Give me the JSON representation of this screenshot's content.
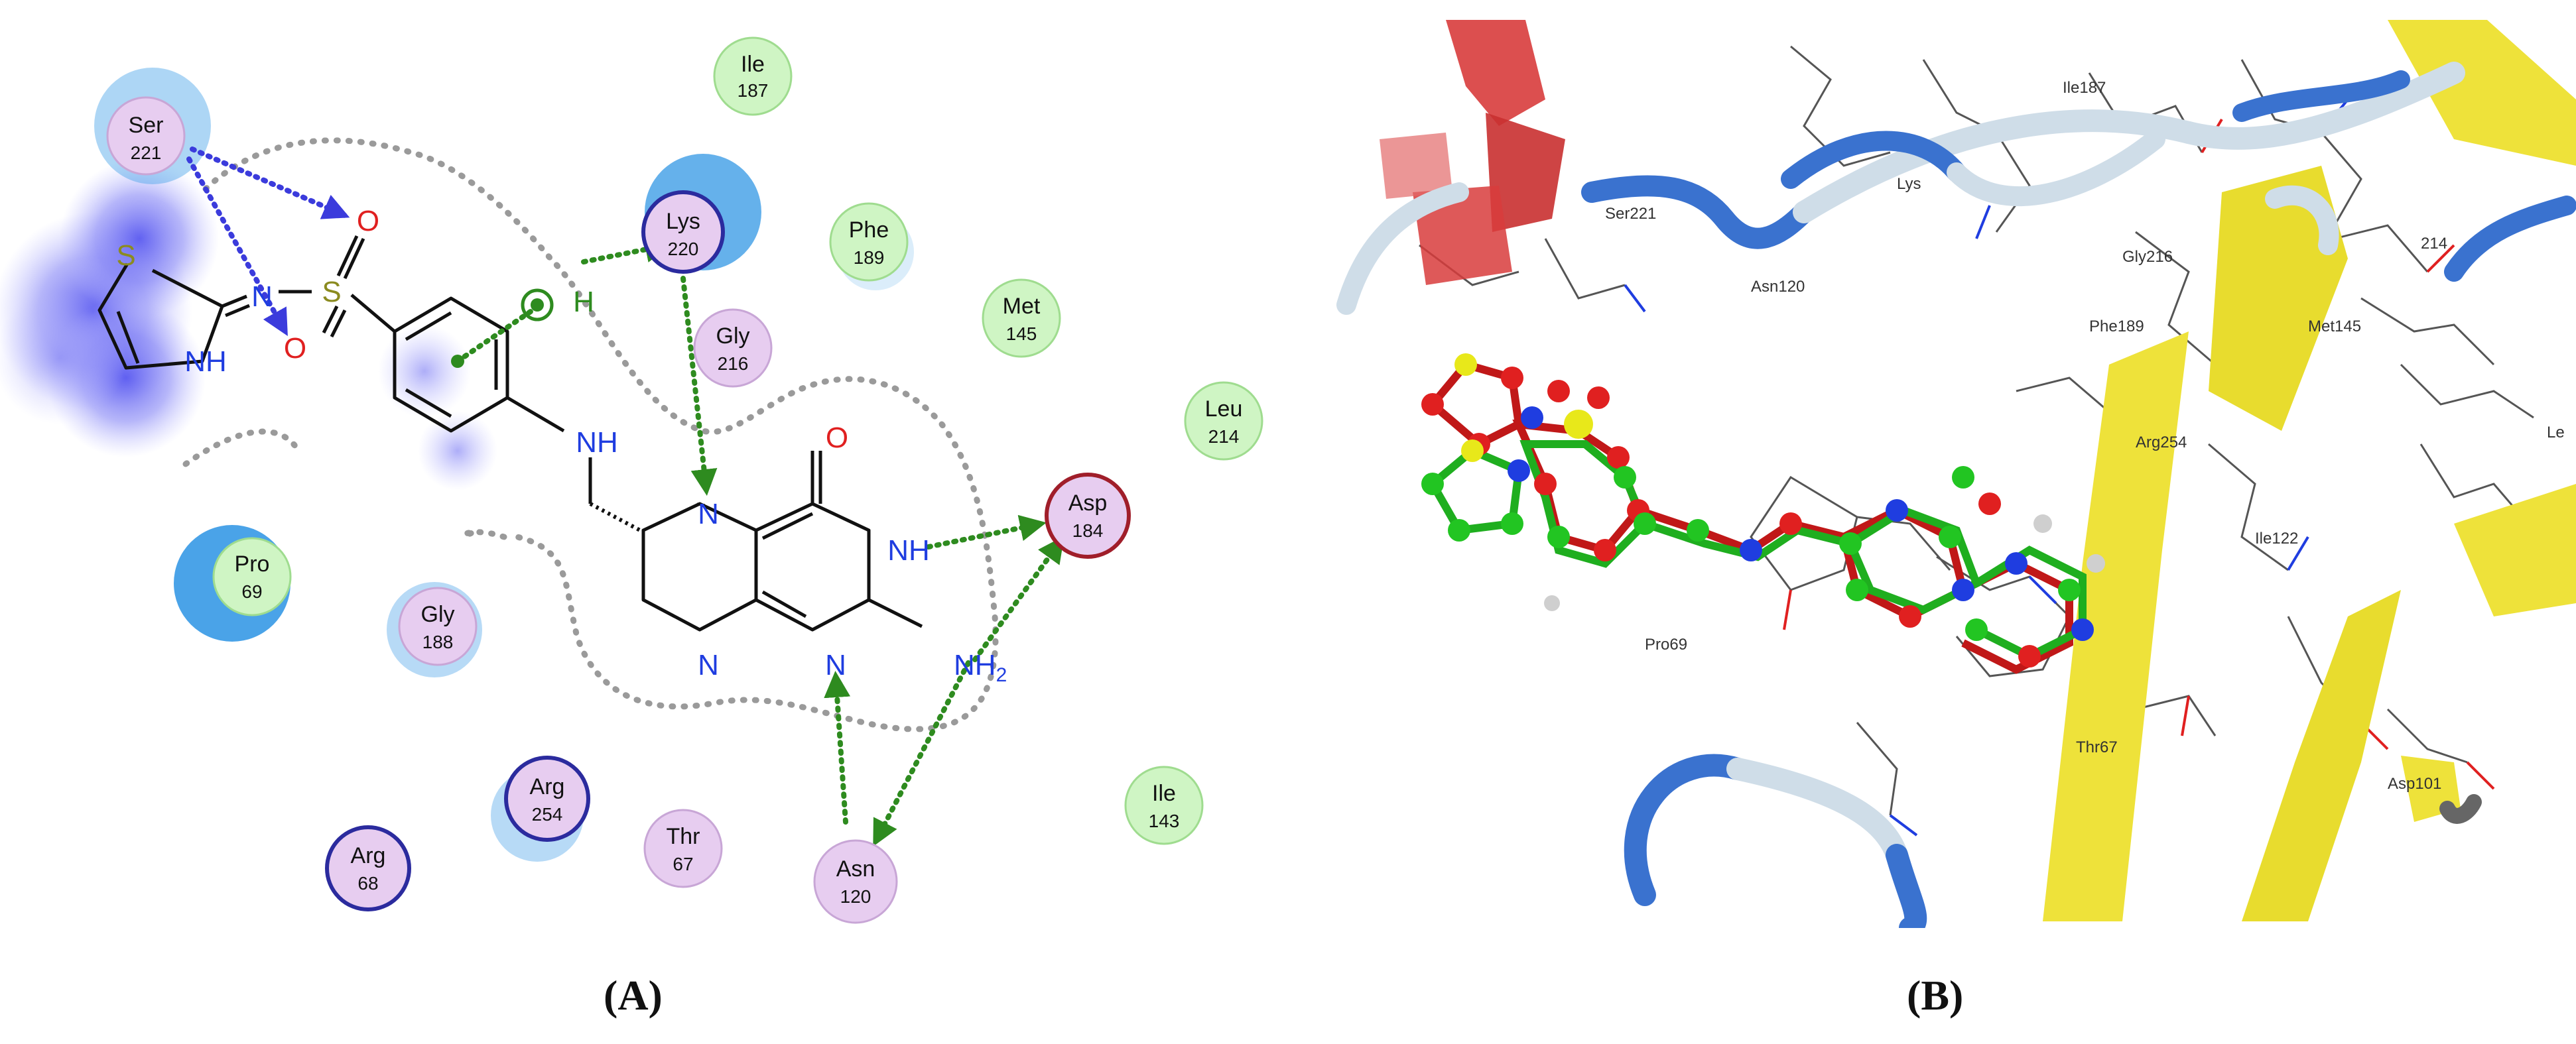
{
  "panels": {
    "a_label": "(A)",
    "b_label": "(B)"
  },
  "residues_a": {
    "ser221": {
      "name": "Ser",
      "num": "221"
    },
    "ile187": {
      "name": "Ile",
      "num": "187"
    },
    "lys220": {
      "name": "Lys",
      "num": "220"
    },
    "phe189": {
      "name": "Phe",
      "num": "189"
    },
    "gly216": {
      "name": "Gly",
      "num": "216"
    },
    "met145": {
      "name": "Met",
      "num": "145"
    },
    "leu214": {
      "name": "Leu",
      "num": "214"
    },
    "asp184": {
      "name": "Asp",
      "num": "184"
    },
    "pro69": {
      "name": "Pro",
      "num": "69"
    },
    "gly188": {
      "name": "Gly",
      "num": "188"
    },
    "arg254": {
      "name": "Arg",
      "num": "254"
    },
    "thr67": {
      "name": "Thr",
      "num": "67"
    },
    "asn120": {
      "name": "Asn",
      "num": "120"
    },
    "ile143": {
      "name": "Ile",
      "num": "143"
    },
    "arg68": {
      "name": "Arg",
      "num": "68"
    }
  },
  "atoms_a": {
    "s_ring": "S",
    "n_imine": "N",
    "nh_ring": "NH",
    "s_sulfonyl": "S",
    "o_top": "O",
    "o_bottom": "O",
    "nh_linker": "NH",
    "n5": "N",
    "o_carbonyl": "O",
    "n3h": "NH",
    "n1": "N",
    "n8": "N",
    "nh2": "NH",
    "nh2_sub": "2",
    "h_arene": "H"
  },
  "labels_b": {
    "ile187": "Ile187",
    "ser221": "Ser221",
    "lys": "Lys",
    "asn120": "Asn120",
    "gly216": "Gly216",
    "phe189": "Phe189",
    "arg254": "Arg254",
    "met145": "Met145",
    "leu214": "214",
    "ile122": "Ile122",
    "pro69": "Pro69",
    "thr67": "Thr67",
    "asp101": "Asp101",
    "edge": "Le"
  },
  "colors": {
    "hbond": "#2e8b1f",
    "side_chain": "#3b3bdc",
    "pocket": "#9a9a9a",
    "polar_fill": "#e7cdf0",
    "hydrophobic_fill": "#cff5c4",
    "exposure": "#4aa3e8",
    "carbon_green": "#22c522",
    "carbon_red": "#e02020",
    "sulfur": "#e8e81a",
    "nitrogen": "#1f3de0",
    "helix": "#d83c3c",
    "sheet": "#eee23a",
    "loop_blue": "#3a72cf",
    "loop_white": "#cfdde8"
  }
}
